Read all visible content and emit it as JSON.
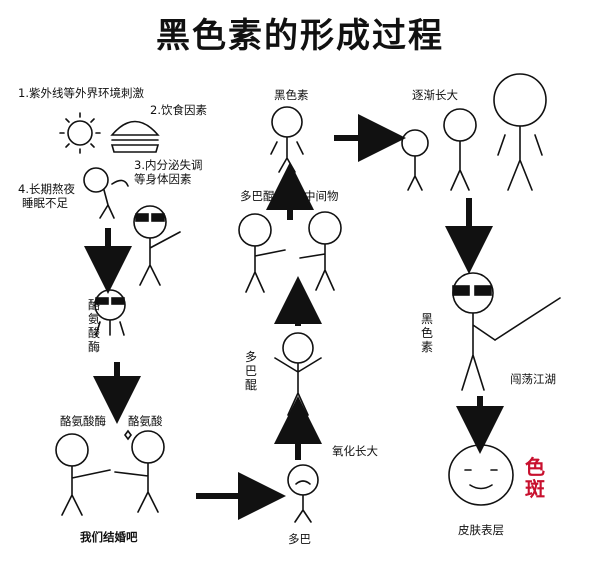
{
  "title": "黑色素的形成过程",
  "causes": {
    "uv": "1.紫外线等外界环境刺激",
    "diet": "2.饮食因素",
    "endocrine_line1": "3.内分泌失调",
    "endocrine_line2": "等身体因素",
    "sleep_line1": "4.长期熬夜",
    "sleep_line2": "睡眠不足"
  },
  "labels": {
    "tyrosinase": "酪氨酸酶",
    "tyrosinase_left": "酪氨酸酶",
    "tyrosine_right": "酪氨酸",
    "marry": "我们结婚吧",
    "dopa": "多巴",
    "oxidize_grow": "氧化长大",
    "dopaquinone_vertical": "多巴醌",
    "dopaquinone": "多巴醌",
    "intermediate": "中间物",
    "melanin_top": "黑色素",
    "growing": "逐渐长大",
    "melanin_vertical": "黑色素",
    "wander": "闯荡江湖",
    "skin_surface": "皮肤表层",
    "spot": "色斑"
  }
}
